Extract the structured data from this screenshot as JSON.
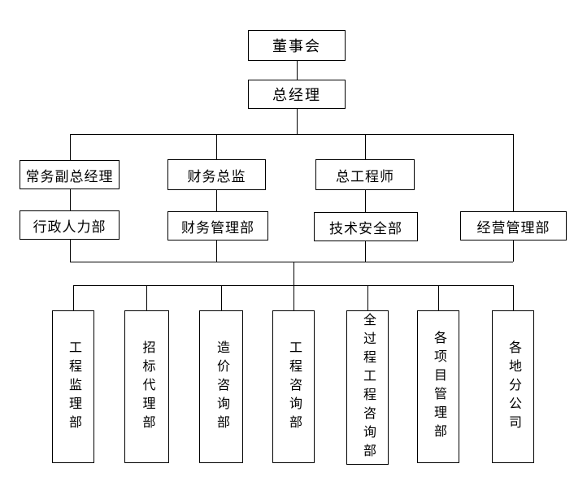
{
  "diagram": {
    "type": "org-chart",
    "background_color": "#ffffff",
    "line_color": "#000000",
    "box_border_color": "#000000",
    "text_color": "#000000",
    "nodes": {
      "board": "董事会",
      "general_manager": "总经理",
      "executives": [
        "常务副总经理",
        "财务总监",
        "总工程师"
      ],
      "mid_departments": [
        "行政人力部",
        "财务管理部",
        "技术安全部",
        "经营管理部"
      ],
      "bottom_departments": [
        "工程监理部",
        "招标代理部",
        "造价咨询部",
        "工程咨询部",
        "全过程工程咨询部",
        "各项目管理部",
        "各地分公司"
      ]
    },
    "hierarchy": [
      {
        "parent": "董事会",
        "children": [
          "总经理"
        ]
      },
      {
        "parent": "总经理",
        "children": [
          "常务副总经理",
          "财务总监",
          "总工程师",
          "经营管理部"
        ]
      },
      {
        "parent": "常务副总经理",
        "children": [
          "行政人力部"
        ]
      },
      {
        "parent": "财务总监",
        "children": [
          "财务管理部"
        ]
      },
      {
        "parent": "总工程师",
        "children": [
          "技术安全部"
        ]
      },
      {
        "parent": "行政人力部/财务管理部/技术安全部/经营管理部",
        "children": [
          "工程监理部",
          "招标代理部",
          "造价咨询部",
          "工程咨询部",
          "全过程工程咨询部",
          "各项目管理部",
          "各地分公司"
        ]
      }
    ]
  }
}
